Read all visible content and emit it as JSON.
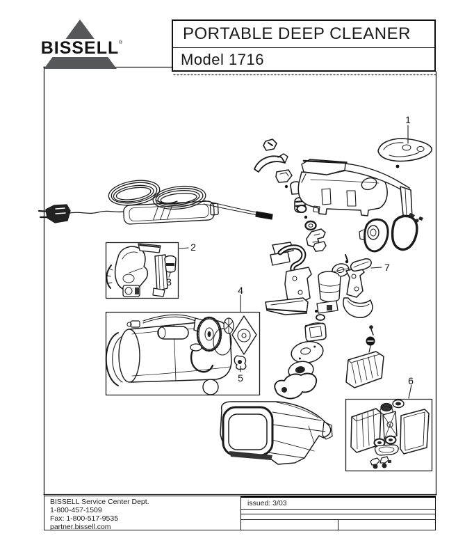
{
  "header": {
    "brand": "BISSELL",
    "brand_tm": "®",
    "title": "PORTABLE DEEP CLEANER",
    "model": "Model 1716"
  },
  "callouts": [
    "1",
    "2",
    "3",
    "4",
    "5",
    "6",
    "7"
  ],
  "footer": {
    "dept": "BISSELL Service Center Dept.",
    "phone": "1-800-457-1509",
    "fax": "Fax: 1-800-517-9535",
    "website": "partner.bissell.com",
    "issued": "issued: 3/03"
  },
  "colors": {
    "logo_gray": "#56575a",
    "ink": "#1a1a1a"
  }
}
